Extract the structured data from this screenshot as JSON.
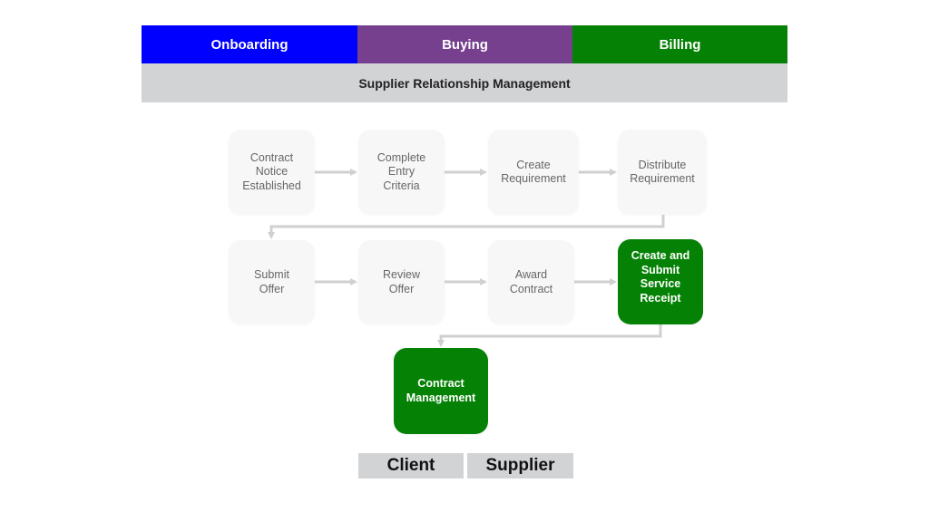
{
  "header": {
    "phases": [
      {
        "label": "Onboarding",
        "color": "#0000ff"
      },
      {
        "label": "Buying",
        "color": "#76408f"
      },
      {
        "label": "Billing",
        "color": "#058205"
      }
    ],
    "banner": "Supplier Relationship Management"
  },
  "flow": {
    "steps": [
      {
        "label": "Contract\nNotice\nEstablished",
        "active": false
      },
      {
        "label": "Complete\nEntry\nCriteria",
        "active": false
      },
      {
        "label": "Create\nRequirement",
        "active": false
      },
      {
        "label": "Distribute\nRequirement",
        "active": false
      },
      {
        "label": "Submit\nOffer",
        "active": false
      },
      {
        "label": "Review\nOffer",
        "active": false
      },
      {
        "label": "Award\nContract",
        "active": false
      },
      {
        "label": "Create and\nSubmit\nService\nReceipt",
        "active": true
      },
      {
        "label": "Contract\nManagement",
        "active": true
      }
    ],
    "colors": {
      "active": "#058205",
      "inactive": "#f7f7f7",
      "arrow": "#d0d0d0"
    }
  },
  "legend": {
    "items": [
      {
        "label": "Client"
      },
      {
        "label": "Supplier"
      }
    ]
  }
}
